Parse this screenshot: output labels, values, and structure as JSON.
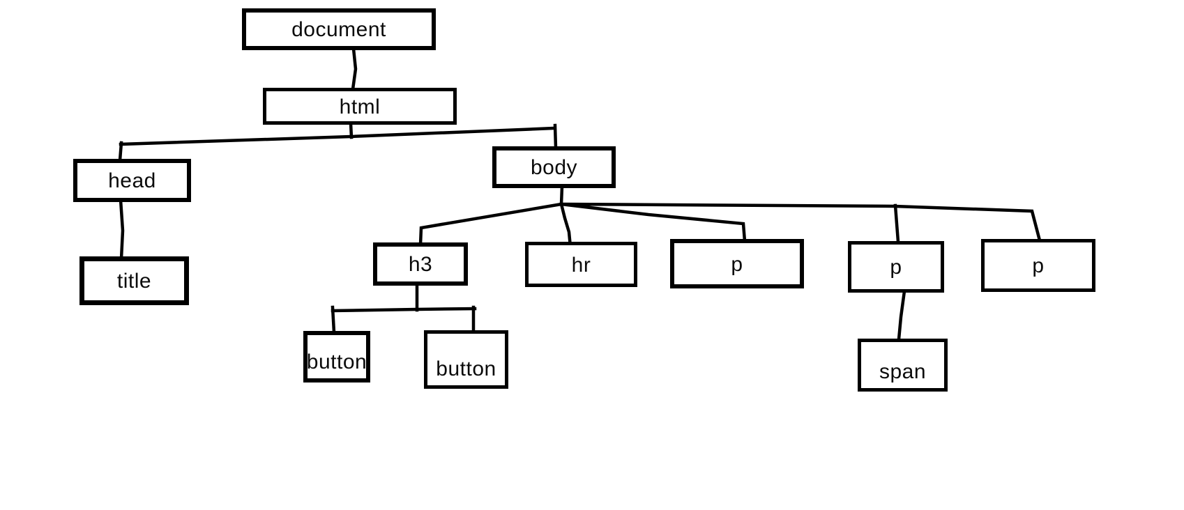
{
  "diagram": {
    "kind": "dom-tree",
    "background_color": "#ffffff",
    "line_color": "#000000",
    "text_color": "#0b0b0b",
    "nodes": {
      "document": {
        "label": "document"
      },
      "html": {
        "label": "html"
      },
      "head": {
        "label": "head"
      },
      "title": {
        "label": "title"
      },
      "body": {
        "label": "body"
      },
      "h3": {
        "label": "h3"
      },
      "hr": {
        "label": "hr"
      },
      "p1": {
        "label": "p"
      },
      "p2": {
        "label": "p"
      },
      "p3": {
        "label": "p"
      },
      "button1": {
        "label": "button"
      },
      "button2": {
        "label": "button"
      },
      "span": {
        "label": "span"
      }
    },
    "edges": [
      [
        "document",
        "html"
      ],
      [
        "html",
        "head"
      ],
      [
        "html",
        "body"
      ],
      [
        "head",
        "title"
      ],
      [
        "body",
        "h3"
      ],
      [
        "body",
        "hr"
      ],
      [
        "body",
        "p1"
      ],
      [
        "body",
        "p2"
      ],
      [
        "body",
        "p3"
      ],
      [
        "h3",
        "button1"
      ],
      [
        "h3",
        "button2"
      ],
      [
        "p2",
        "span"
      ]
    ]
  }
}
